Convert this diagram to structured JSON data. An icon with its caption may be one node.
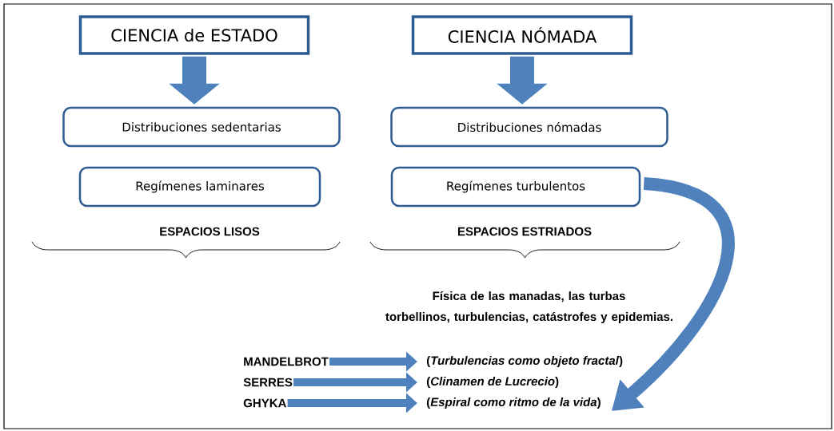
{
  "diagram": {
    "nodes": [
      {
        "text": [
          "CIENCIA de ESTADO"
        ]
      },
      {
        "text": [
          "CIENCIA NÓMADA"
        ]
      },
      {
        "text": [
          "Distribuciones sedentarias"
        ]
      },
      {
        "text": [
          "Distribuciones nómadas"
        ]
      },
      {
        "text": [
          "Regímenes laminares"
        ]
      },
      {
        "text": [
          "Regímenes turbulentos"
        ]
      },
      {
        "text": [
          "MANDELBROT"
        ]
      },
      {
        "text": [
          "(*Turbulencias como objeto fractal*)"
        ]
      },
      {
        "text": [
          "SERRES"
        ]
      },
      {
        "text": [
          "(*Clinamen de Lucrecio*)"
        ]
      },
      {
        "text": [
          "GHYKA"
        ]
      },
      {
        "text": [
          "(*Espiral como ritmo de la vida*)"
        ]
      }
    ],
    "edges": [
      {
        "from": 0,
        "to": 2,
        "arrow": "to",
        "style": "thick"
      },
      {
        "from": 1,
        "to": 3,
        "arrow": "to",
        "style": "thick"
      },
      {
        "from": 6,
        "to": 7,
        "arrow": "to"
      },
      {
        "from": 8,
        "to": 9,
        "arrow": "to"
      },
      {
        "from": 10,
        "to": 11,
        "arrow": "to"
      },
      {
        "from": 5,
        "to": 11,
        "arrow": "to"
      }
    ],
    "labels": [
      "ESPACIOS LISOS",
      "ESPACIOS ESTRIADOS",
      "Física de las manadas, las turbas torbellinos, turbulencias, catástrofes y epidemias."
    ]
  }
}
